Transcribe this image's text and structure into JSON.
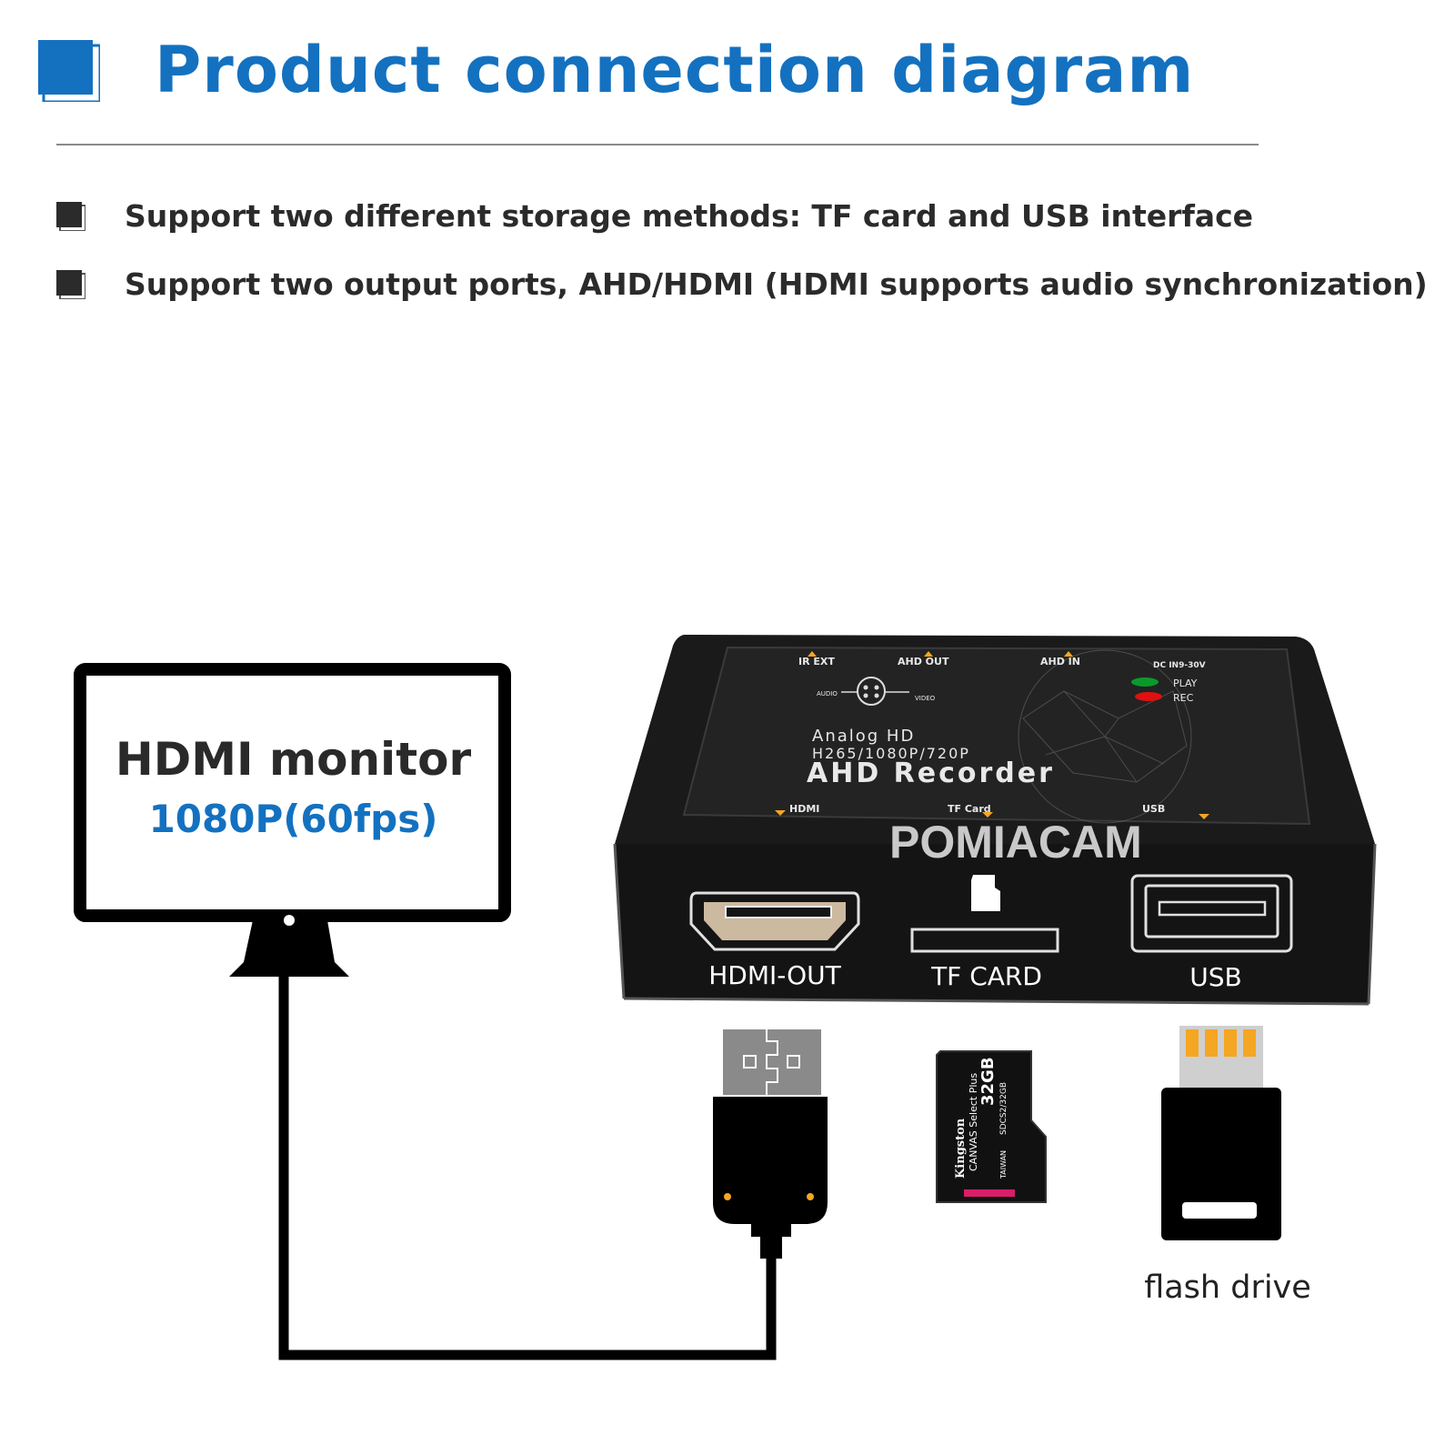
{
  "header": {
    "title": "Product connection diagram"
  },
  "features": [
    "Support two different storage methods: TF card and USB interface",
    "Support two output ports, AHD/HDMI (HDMI supports audio synchronization)"
  ],
  "monitor": {
    "label": "HDMI monitor",
    "resolution": "1080P(60fps)"
  },
  "recorder": {
    "top_panel": {
      "port_ir": "IR EXT",
      "port_ahd_out": "AHD OUT",
      "port_ahd_in": "AHD IN",
      "port_dc": "DC IN9-30V",
      "audio_label": "AUDIO",
      "video_label": "VIDEO",
      "led_play": "PLAY",
      "led_rec": "REC",
      "line1": "Analog HD",
      "line2": "H265/1080P/720P",
      "product_name": "AHD Recorder",
      "bottom_hdmi": "HDMI",
      "bottom_tf": "TF Card",
      "bottom_usb": "USB"
    },
    "front_ports": {
      "hdmi": "HDMI-OUT",
      "tf": "TF CARD",
      "usb": "USB"
    },
    "watermark": "POMIACAM"
  },
  "sd_card": {
    "brand": "Kingston",
    "model": "CANVAS Select Plus",
    "capacity": "32GB",
    "sku": "SDCS2/32GB",
    "origin": "TAIWAN"
  },
  "flash_drive": {
    "label": "flash drive"
  },
  "colors": {
    "accent_blue": "#1371c0",
    "device_black": "#1c1c1c",
    "usb_gold": "#f5a623",
    "led_green": "#0a9a2a",
    "led_red": "#e01010"
  }
}
